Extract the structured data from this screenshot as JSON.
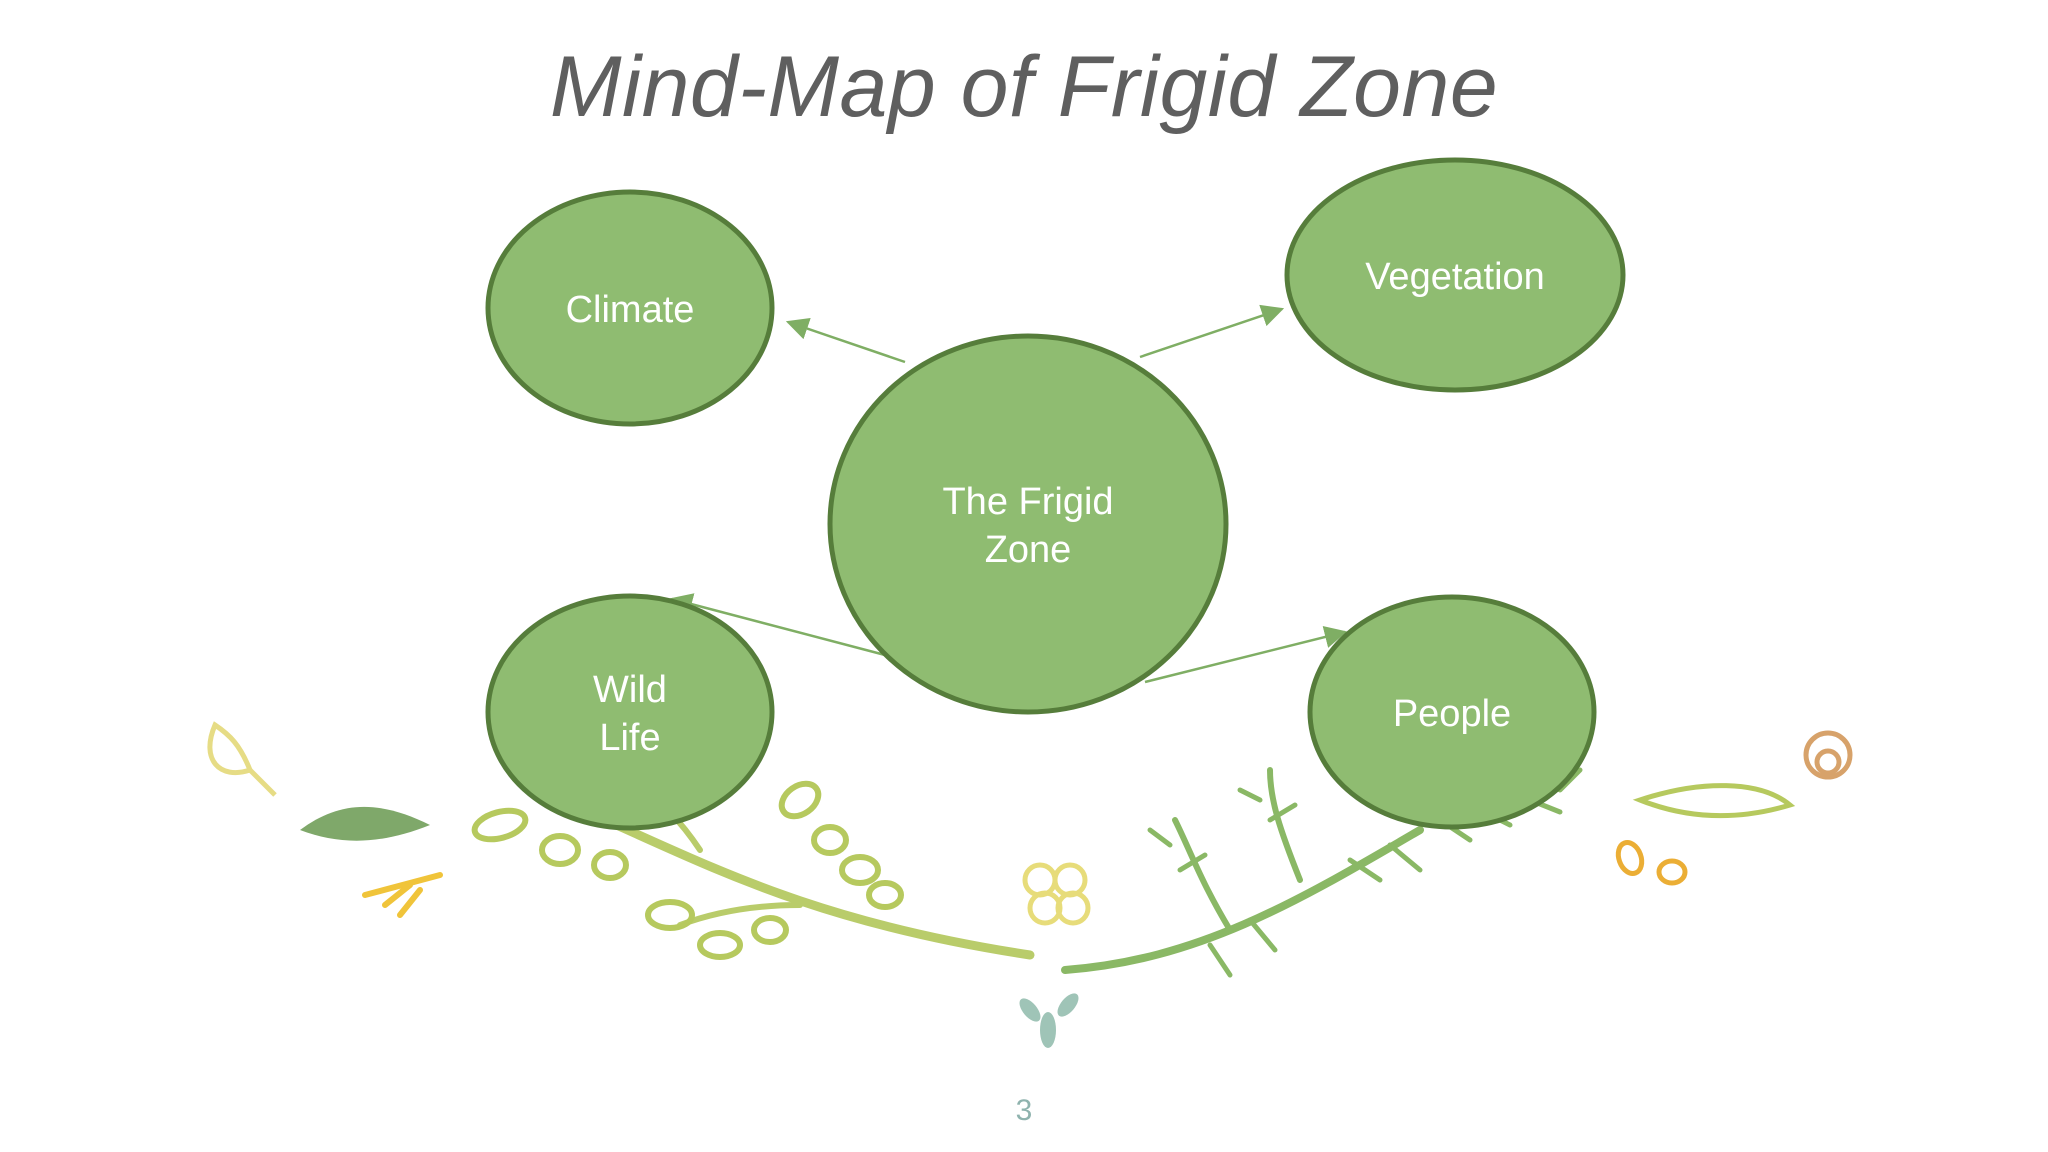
{
  "slide": {
    "title": "Mind-Map of Frigid Zone",
    "page_number": "3"
  },
  "diagram": {
    "center": {
      "label_line1": "The Frigid",
      "label_line2": "Zone"
    },
    "nodes": {
      "climate": {
        "label": "Climate"
      },
      "vegetation": {
        "label": "Vegetation"
      },
      "wildlife": {
        "label_line1": "Wild",
        "label_line2": "Life"
      },
      "people": {
        "label": "People"
      }
    }
  },
  "colors": {
    "node_fill": "#8fbc71",
    "node_stroke": "#567d3b",
    "arrow": "#7fae64",
    "title": "#5f5f5f",
    "page_number": "#8fb3ae"
  }
}
